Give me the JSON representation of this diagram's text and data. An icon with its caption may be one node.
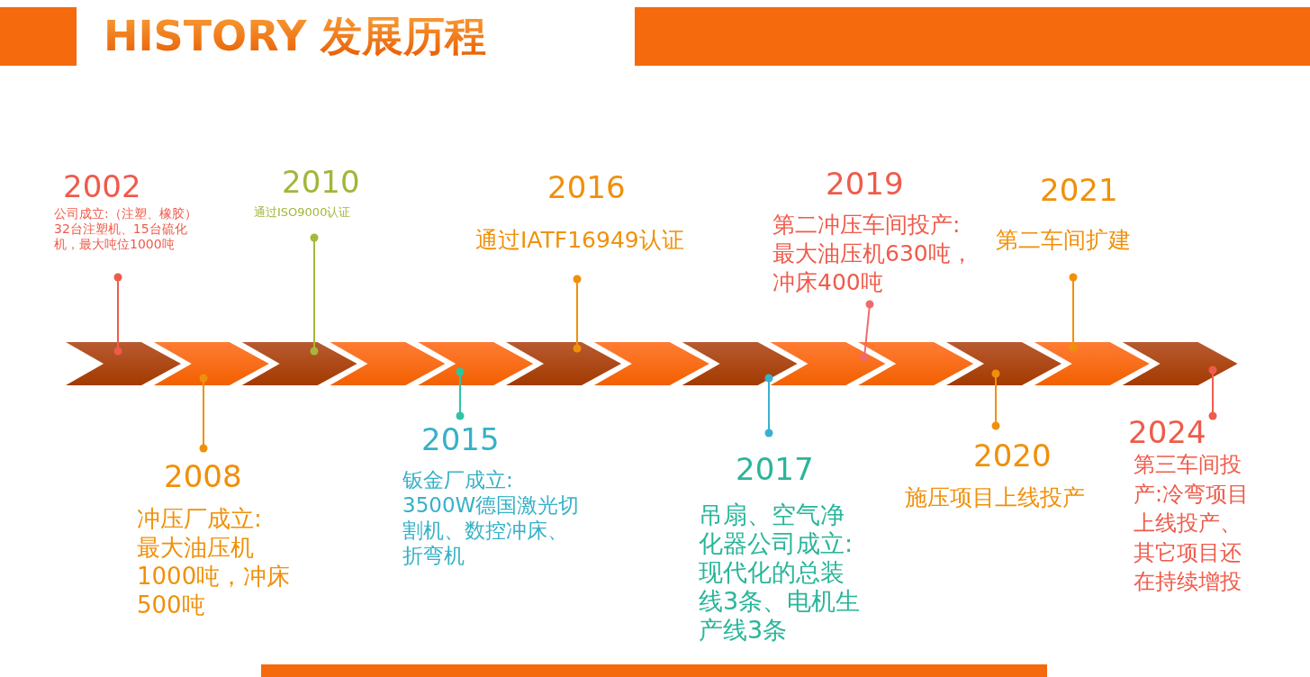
{
  "diagram": {
    "title": "HISTORY 发展历程",
    "nodes": [
      {
        "text": [
          "2002",
          "公司成立:（注塑、橡胶）",
          "32台注塑机、15台硫化机，最大吨位1000吨"
        ]
      },
      {
        "text": [
          "2008",
          "冲压厂成立:",
          "最大油压机1000吨，冲床500吨"
        ]
      },
      {
        "text": [
          "2010",
          "通过ISO9000认证"
        ]
      },
      {
        "text": [
          "2015",
          "钣金厂成立:",
          "3500W德国激光切割机、数控冲床、折弯机"
        ]
      },
      {
        "text": [
          "2016",
          "通过IATF16949认证"
        ]
      },
      {
        "text": [
          "2017",
          "吊扇、空气净化器公司成立:",
          "现代化的总装线3条、电机生产线3条"
        ]
      },
      {
        "text": [
          "2019",
          "第二冲压车间投产:",
          "最大油压机630吨，冲床400吨"
        ]
      },
      {
        "text": [
          "2020",
          "施压项目上线投产"
        ]
      },
      {
        "text": [
          "2021",
          "第二车间扩建"
        ]
      },
      {
        "text": [
          "2024",
          "第三车间投产:冷弯项目上线投产、其它项目还在持续增投"
        ]
      }
    ],
    "edges": [
      {
        "from": 0,
        "to": null,
        "arrow": "other",
        "color": "#ef5b4b"
      },
      {
        "from": 1,
        "to": null,
        "arrow": "other",
        "color": "#f0900a"
      },
      {
        "from": 2,
        "to": null,
        "arrow": "other",
        "color": "#a6b83a"
      },
      {
        "from": 3,
        "to": null,
        "arrow": "other",
        "color": "#2ec4a4"
      },
      {
        "from": 4,
        "to": null,
        "arrow": "other",
        "color": "#f0900a"
      },
      {
        "from": 5,
        "to": null,
        "arrow": "other",
        "color": "#3ab0d0"
      },
      {
        "from": 6,
        "to": null,
        "arrow": "other",
        "color": "#ef6a6a"
      },
      {
        "from": 7,
        "to": null,
        "arrow": "other",
        "color": "#f0900a"
      },
      {
        "from": 8,
        "to": null,
        "arrow": "other",
        "color": "#f0900a"
      },
      {
        "from": 9,
        "to": null,
        "arrow": "other",
        "color": "#ef5b4b"
      }
    ]
  }
}
